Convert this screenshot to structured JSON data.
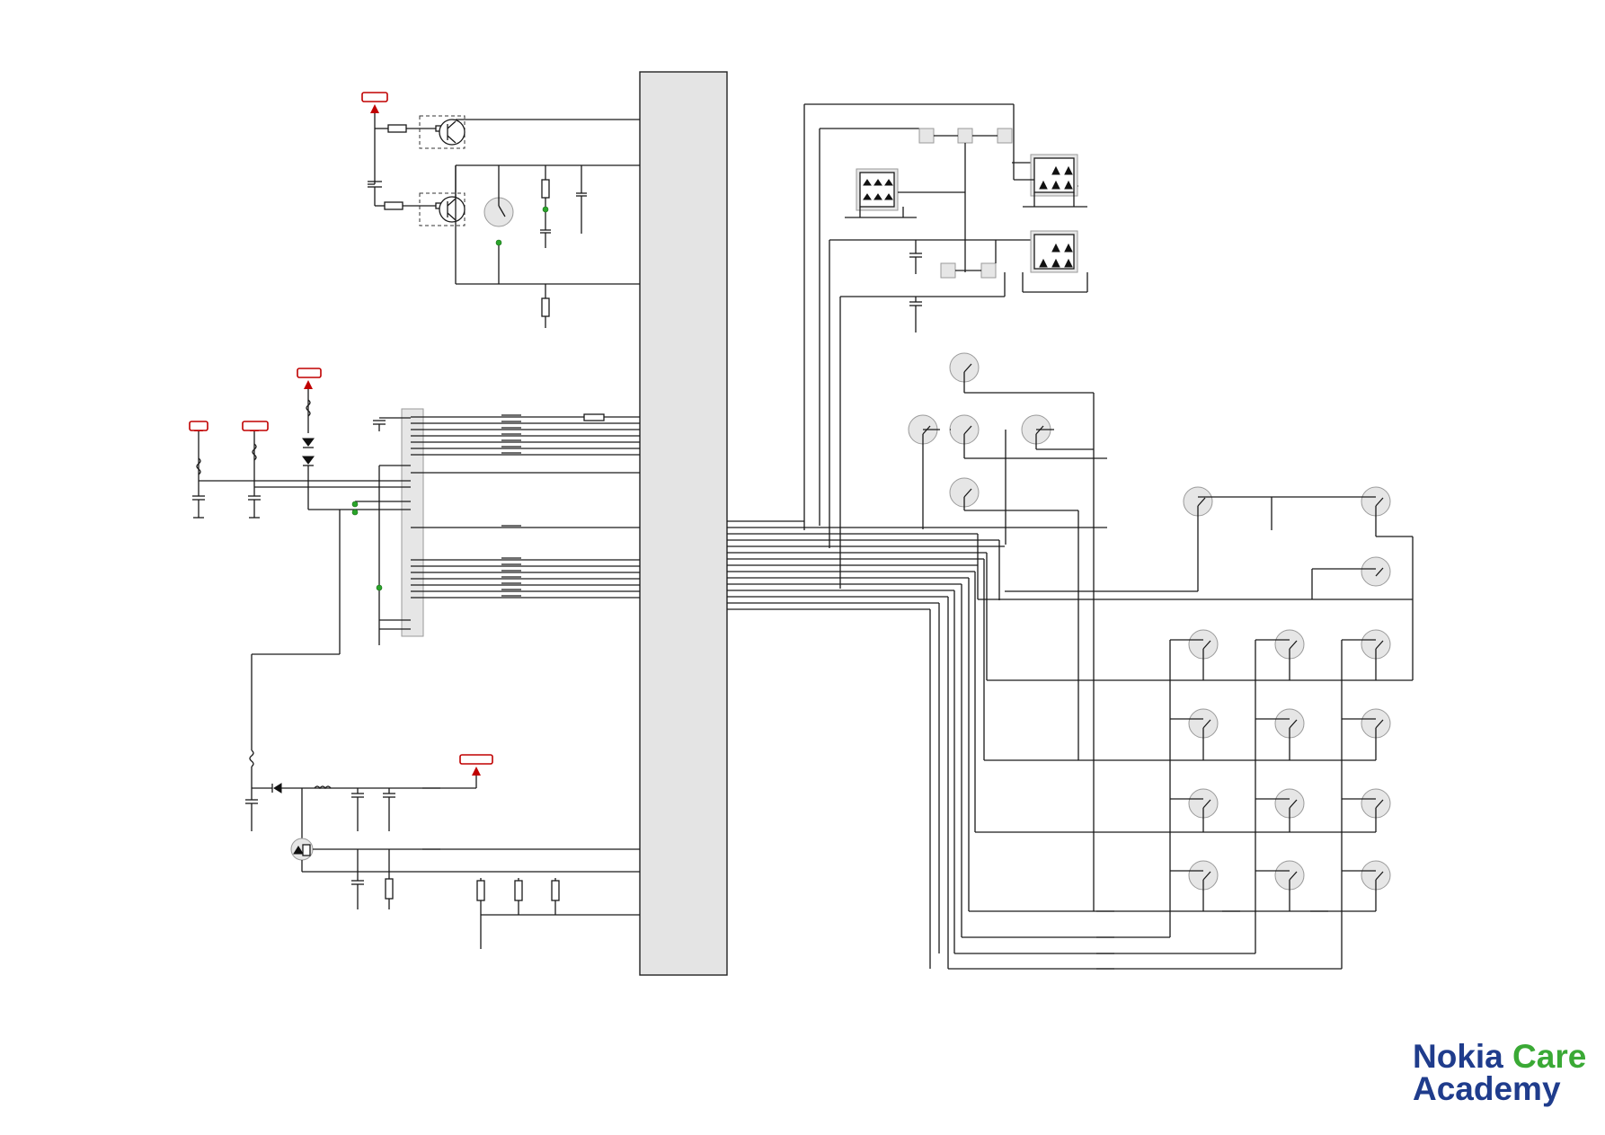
{
  "logo": {
    "word1": "Nokia",
    "word2": "Care",
    "word3": "Academy",
    "colors": {
      "primary": "#1f3c8c",
      "accent": "#3aa935"
    }
  }
}
